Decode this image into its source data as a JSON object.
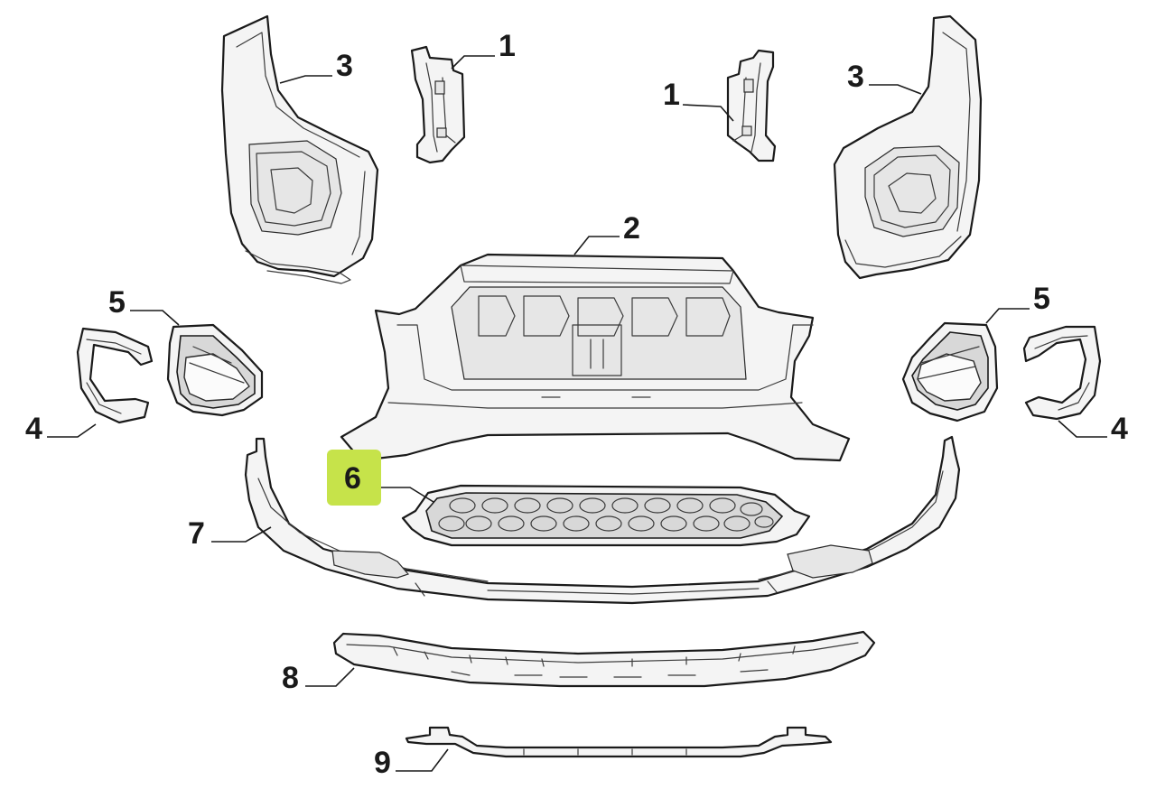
{
  "diagram": {
    "callouts": [
      {
        "id": "c1-left",
        "label": "1"
      },
      {
        "id": "c1-right",
        "label": "1"
      },
      {
        "id": "c2",
        "label": "2"
      },
      {
        "id": "c3-left",
        "label": "3"
      },
      {
        "id": "c3-right",
        "label": "3"
      },
      {
        "id": "c4-left",
        "label": "4"
      },
      {
        "id": "c4-right",
        "label": "4"
      },
      {
        "id": "c5-left",
        "label": "5"
      },
      {
        "id": "c5-right",
        "label": "5"
      },
      {
        "id": "c6",
        "label": "6",
        "highlighted": true
      },
      {
        "id": "c7",
        "label": "7"
      },
      {
        "id": "c8",
        "label": "8"
      },
      {
        "id": "c9",
        "label": "9"
      }
    ],
    "highlight_color": "#c6e34a"
  }
}
